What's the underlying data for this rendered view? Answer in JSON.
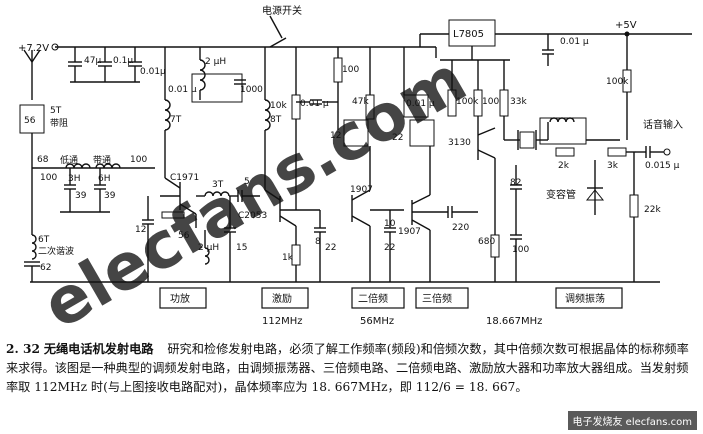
{
  "circuit": {
    "power_switch": "电源开关",
    "supply_pos": "+7.2V",
    "supply_5v": "+5V",
    "regulator": "L7805",
    "antenna_trap": {
      "turns": "5T",
      "name": "带阻",
      "cap": "56"
    },
    "low_pass": "低通",
    "band_pass": "带通",
    "second_harmonic": "二次谐波",
    "coil_6t": "6T",
    "components": {
      "c47": "47μ",
      "c01a": "0.1μ",
      "c01b": "0.01μ",
      "c001a": "0.01 μ",
      "l2uh_a": "2 μH",
      "c1000": "1000",
      "coil_7t": "7T",
      "coil_8t": "8T",
      "c68": "68",
      "c100a": "100",
      "l3h": "3H",
      "l6h": "6H",
      "c100b": "100",
      "c39a": "39",
      "c39b": "39",
      "c12": "12",
      "c56": "56",
      "c62": "62",
      "q_c1971": "C1971",
      "coil_3t": "3T",
      "c5": "5",
      "q_c2053": "C2053",
      "l2uh_b": "2 μH",
      "c15": "15",
      "r10k": "10k",
      "c001b": "0.01 μ",
      "r100a": "100",
      "r1k": "1k",
      "c8": "8",
      "c22a": "22",
      "r47k": "47k",
      "c12b": "12",
      "q1907a": "1907",
      "c10": "10",
      "c22b": "22",
      "c001c": "0.01 μ",
      "c22c": "22",
      "q1907b": "1907",
      "c220": "220",
      "r100k": "100k",
      "r100b": "100",
      "r33k": "33k",
      "r680": "680",
      "q3130": "3130",
      "c82": "82",
      "c100c": "100",
      "c001d": "0.01 μ",
      "r100k_b": "100k",
      "r2k": "2k",
      "r3k": "3k",
      "varactor": "变容管",
      "r22k": "22k",
      "audio_in": "话音输入",
      "c0015": "0.015 μ"
    },
    "stages": [
      "功放",
      "激励",
      "二倍频",
      "三倍频",
      "调频振荡"
    ],
    "freqs": [
      "112MHz",
      "56MHz",
      "18.667MHz"
    ]
  },
  "watermark": "elecfans.com",
  "caption": {
    "number": "2. 32",
    "title": "无绳电话机发射电路",
    "body": "研究和检修发射电路，必须了解工作频率(频段)和倍频次数，其中倍频次数可根据晶体的标称频率来求得。该图是一种典型的调频发射电路，由调频振荡器、三倍频电路、二倍频电路、激励放大器和功率放大器组成。当发射频率取 112MHz 时(与上图接收电路配对)，晶体频率应为 18. 667MHz，即 112/6 = 18. 667。"
  },
  "logo": "电子发烧友 elecfans.com"
}
